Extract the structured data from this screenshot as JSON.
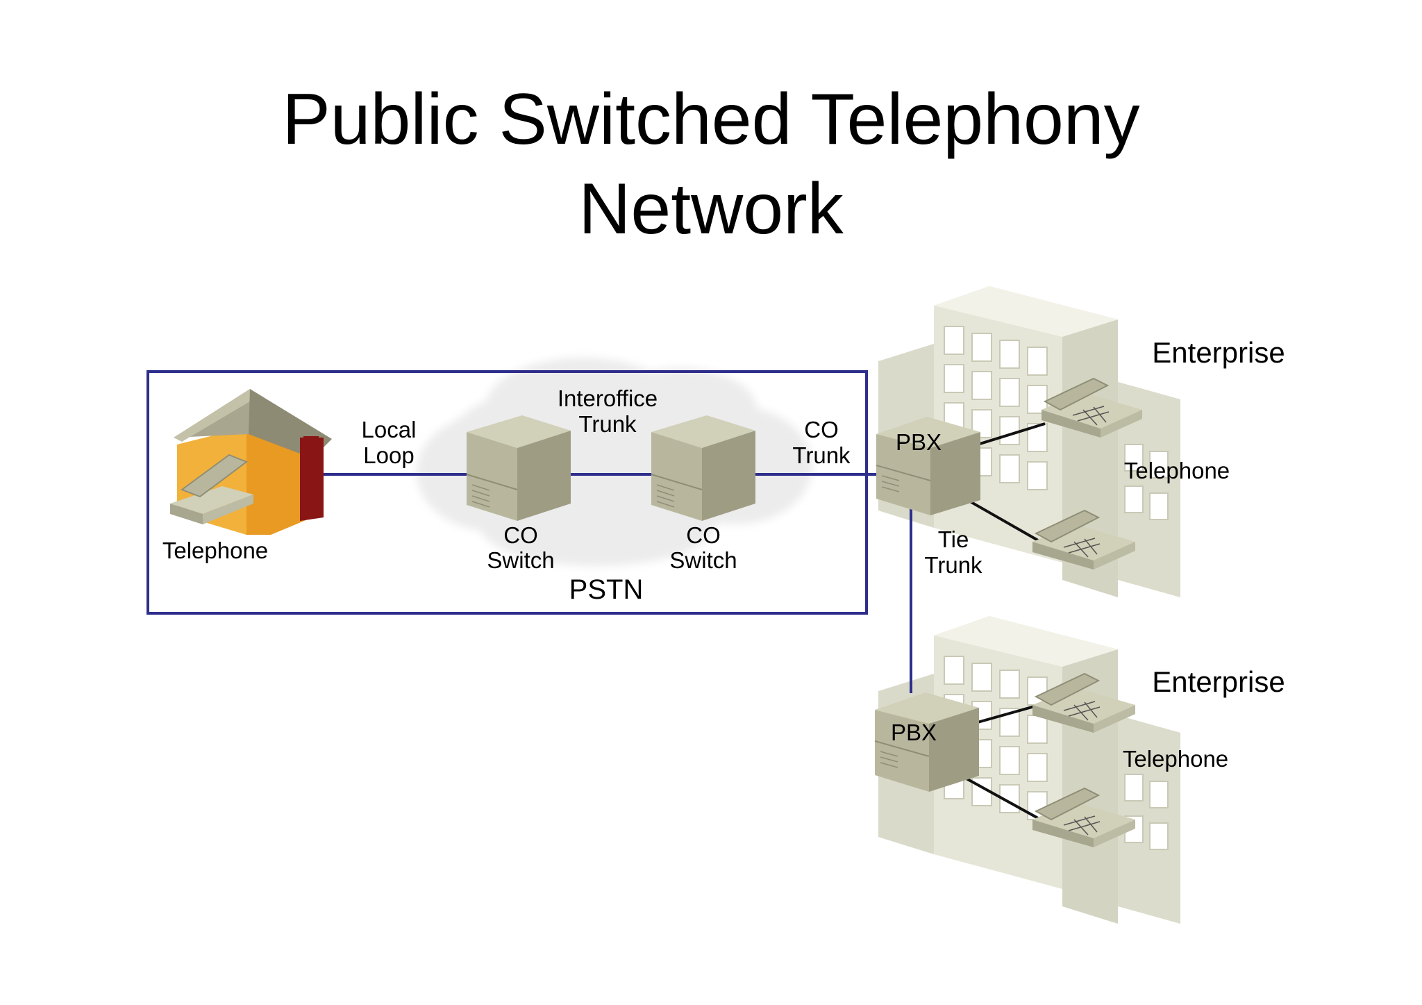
{
  "title": {
    "line1": "Public Switched Telephony",
    "line2": "Network"
  },
  "pstn": {
    "label": "PSTN",
    "telephone": "Telephone",
    "local_loop": [
      "Local",
      "Loop"
    ],
    "interoffice_trunk": [
      "Interoffice",
      "Trunk"
    ],
    "co_switch_1": [
      "CO",
      "Switch"
    ],
    "co_switch_2": [
      "CO",
      "Switch"
    ],
    "co_trunk": [
      "CO",
      "Trunk"
    ]
  },
  "enterprise_top": {
    "label": "Enterprise",
    "pbx": "PBX",
    "telephone": "Telephone"
  },
  "tie_trunk": [
    "Tie",
    "Trunk"
  ],
  "enterprise_bottom": {
    "label": "Enterprise",
    "pbx": "PBX",
    "telephone": "Telephone"
  },
  "colors": {
    "link_line": "#2e2e8c",
    "house_wall": "#f2b13a",
    "house_roof": "#a9a68f",
    "chimney": "#9b1c1c",
    "equipment": "#b3b294",
    "building": "#e4e4d6"
  }
}
